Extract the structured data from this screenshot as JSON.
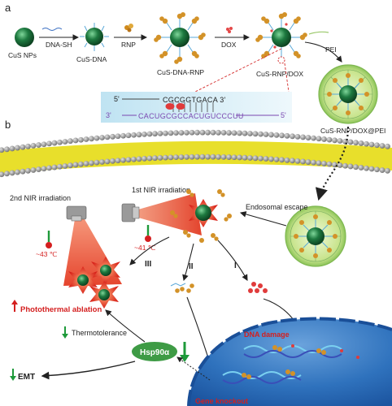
{
  "panel_a_label": "a",
  "panel_b_label": "b",
  "steps": {
    "cus_nps": "CuS NPs",
    "dna_sh": "DNA-SH",
    "cus_dna": "CuS-DNA",
    "rnp": "RNP",
    "cus_dna_rnp": "CuS-DNA-RNP",
    "dox": "DOX",
    "cus_rnp_dox": "CuS-RNP/DOX",
    "pei": "PEI",
    "cus_rnp_dox_pei": "CuS-RNP/DOX@PEI"
  },
  "sequence": {
    "top_prime": "5'",
    "top_seq": "CGCGGTGACA 3'",
    "bottom_prime_left": "3'",
    "bottom_seq": "CACUGCGCCACUGUCCCUU",
    "bottom_prime_right": "5'"
  },
  "cell": {
    "endosomal_escape": "Endosomal escape",
    "first_nir": "1st NIR irradiation",
    "second_nir": "2nd NIR irradiation",
    "temp_43": "~43 ℃",
    "temp_41": "~41 ℃",
    "route_1": "I",
    "route_2": "II",
    "route_3": "III",
    "photothermal_ablation": "Photothermal ablation",
    "thermotolerance": "Thermotolerance",
    "hsp90a": "Hsp90α",
    "emt": "EMT",
    "dna_damage": "DNA damage",
    "gene_knockout": "Gene knockout"
  },
  "colors": {
    "nucleus": "#1f62b0",
    "nucleus_light": "#5c96d6",
    "laser": "#e23a22",
    "red_text": "#d41f1f",
    "green_arrow": "#1e9a3a",
    "pei_shell": "#a8d36a",
    "membrane": "#e8df2b",
    "hsp_oval": "#3e9b45",
    "core_green": "#1b6b38"
  }
}
